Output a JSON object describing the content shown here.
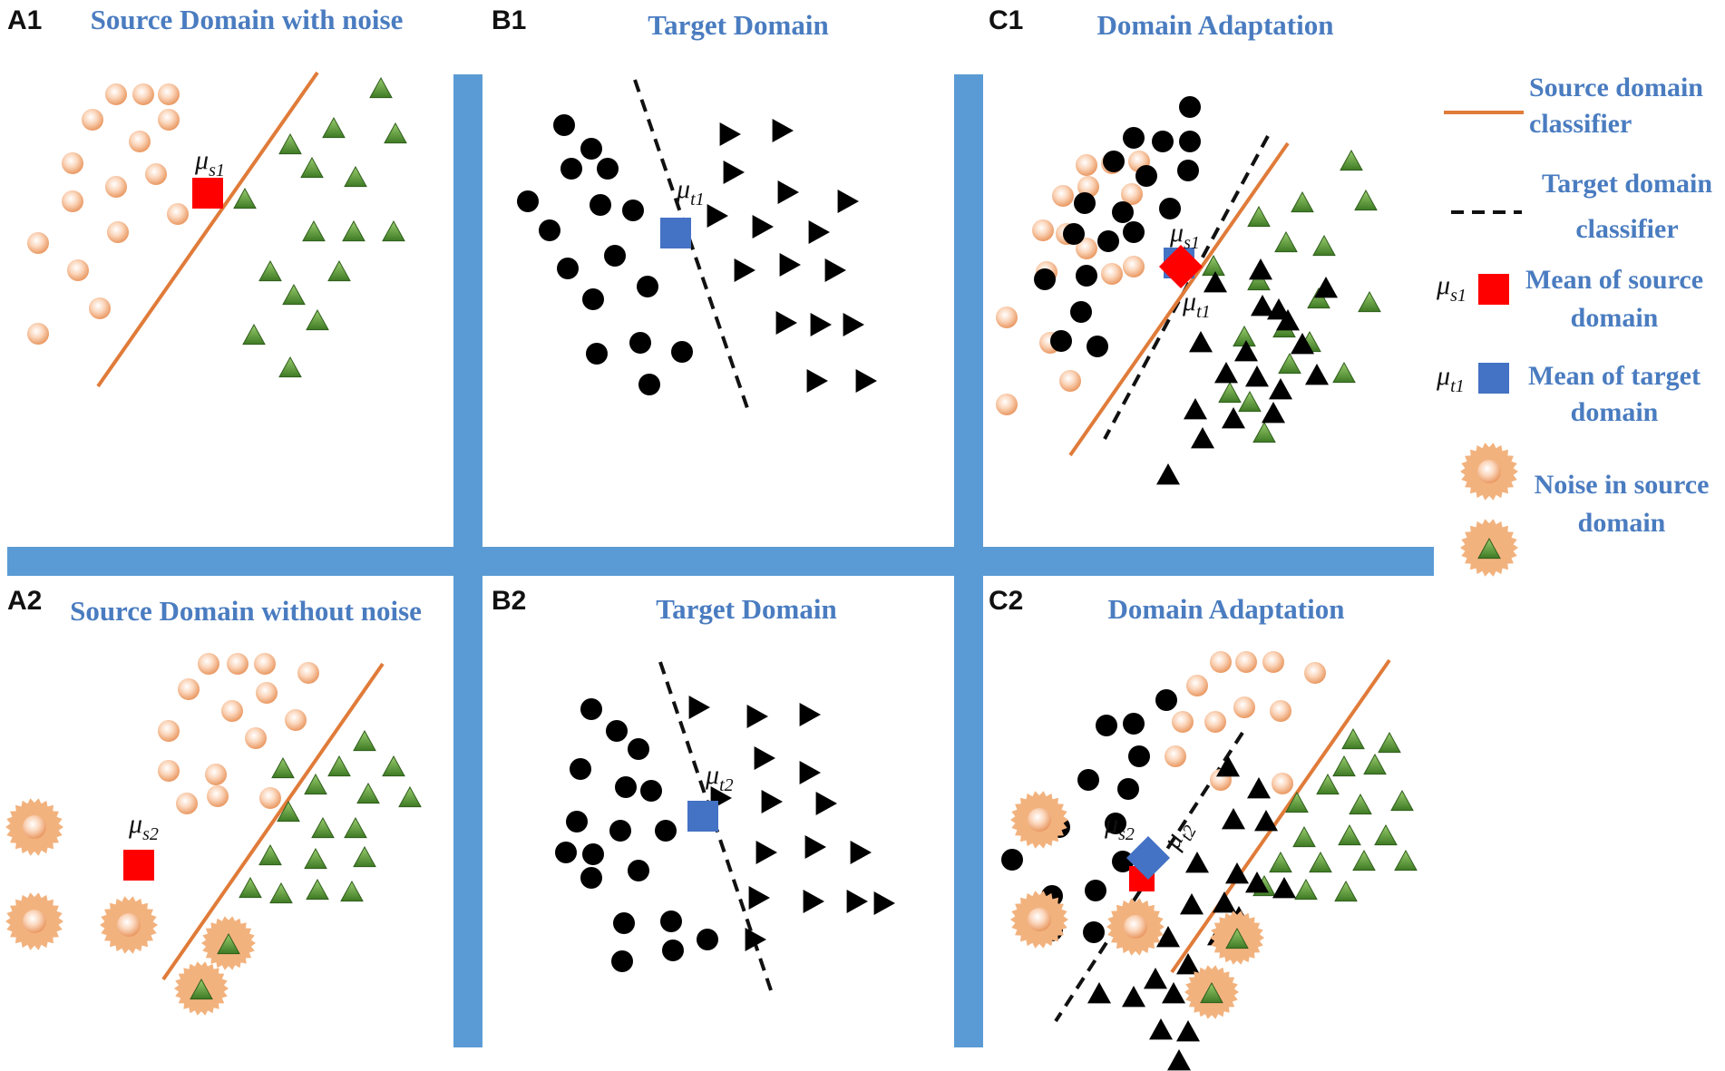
{
  "panels": {
    "A1": {
      "tag": "A1",
      "title": "Source Domain with noise"
    },
    "B1": {
      "tag": "B1",
      "title": "Target Domain"
    },
    "C1": {
      "tag": "C1",
      "title": "Domain Adaptation"
    },
    "A2": {
      "tag": "A2",
      "title": "Source Domain without noise"
    },
    "B2": {
      "tag": "B2",
      "title": "Target Domain"
    },
    "C2": {
      "tag": "C2",
      "title": "Domain Adaptation"
    }
  },
  "mean_labels": {
    "A1": {
      "sym": "μ",
      "sub": "s1"
    },
    "B1": {
      "sym": "μ",
      "sub": "t1"
    },
    "C1_s": {
      "sym": "μ",
      "sub": "s1"
    },
    "C1_t": {
      "sym": "μ",
      "sub": "t1"
    },
    "A2": {
      "sym": "μ",
      "sub": "s2"
    },
    "B2": {
      "sym": "μ",
      "sub": "t2"
    },
    "C2_s": {
      "sym": "μ",
      "sub": "s2"
    },
    "C2_t": {
      "sym": "μ",
      "sub": "t2"
    }
  },
  "legend": {
    "source_classifier": [
      "Source domain",
      "classifier"
    ],
    "target_classifier": [
      "Target domain",
      "classifier"
    ],
    "mean_source": {
      "sym": "μ",
      "sub": "s1",
      "lines": [
        "Mean of source",
        "domain"
      ]
    },
    "mean_target": {
      "sym": "μ",
      "sub": "t1",
      "lines": [
        "Mean of target",
        "domain"
      ]
    },
    "noise": [
      "Noise in source",
      "domain"
    ]
  },
  "colors": {
    "divider": "#5b9bd5",
    "title_text": "#4a7cc0",
    "source_classifier": "#e07b39",
    "target_classifier": "#111111",
    "source_mean": "#ff0000",
    "target_mean": "#4472c4",
    "source_class_circle": "#f6b88e",
    "source_class_triangle": "#5a9a3a",
    "target_class_marker": "#000000",
    "noise_halo": "#f2b27e"
  }
}
